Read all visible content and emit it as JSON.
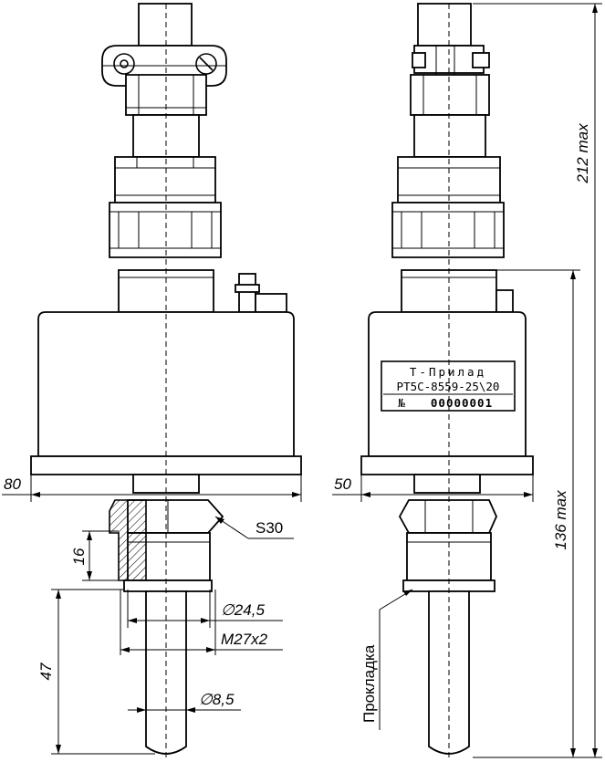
{
  "dimensions": {
    "width_left": "80",
    "width_right": "50",
    "hex_size": "S30",
    "thread_height": "16",
    "inner_diameter": "∅24,5",
    "thread_spec": "M27x2",
    "probe_length": "47",
    "probe_diameter": "∅8,5",
    "total_height": "212 max",
    "body_height": "136 max"
  },
  "nameplate": {
    "line1": "Т-Прилад",
    "line2": "РТ5С-8559-25\\20",
    "number_label": "№",
    "number_value": "00000001"
  },
  "callouts": {
    "gasket": "Прокладка"
  }
}
